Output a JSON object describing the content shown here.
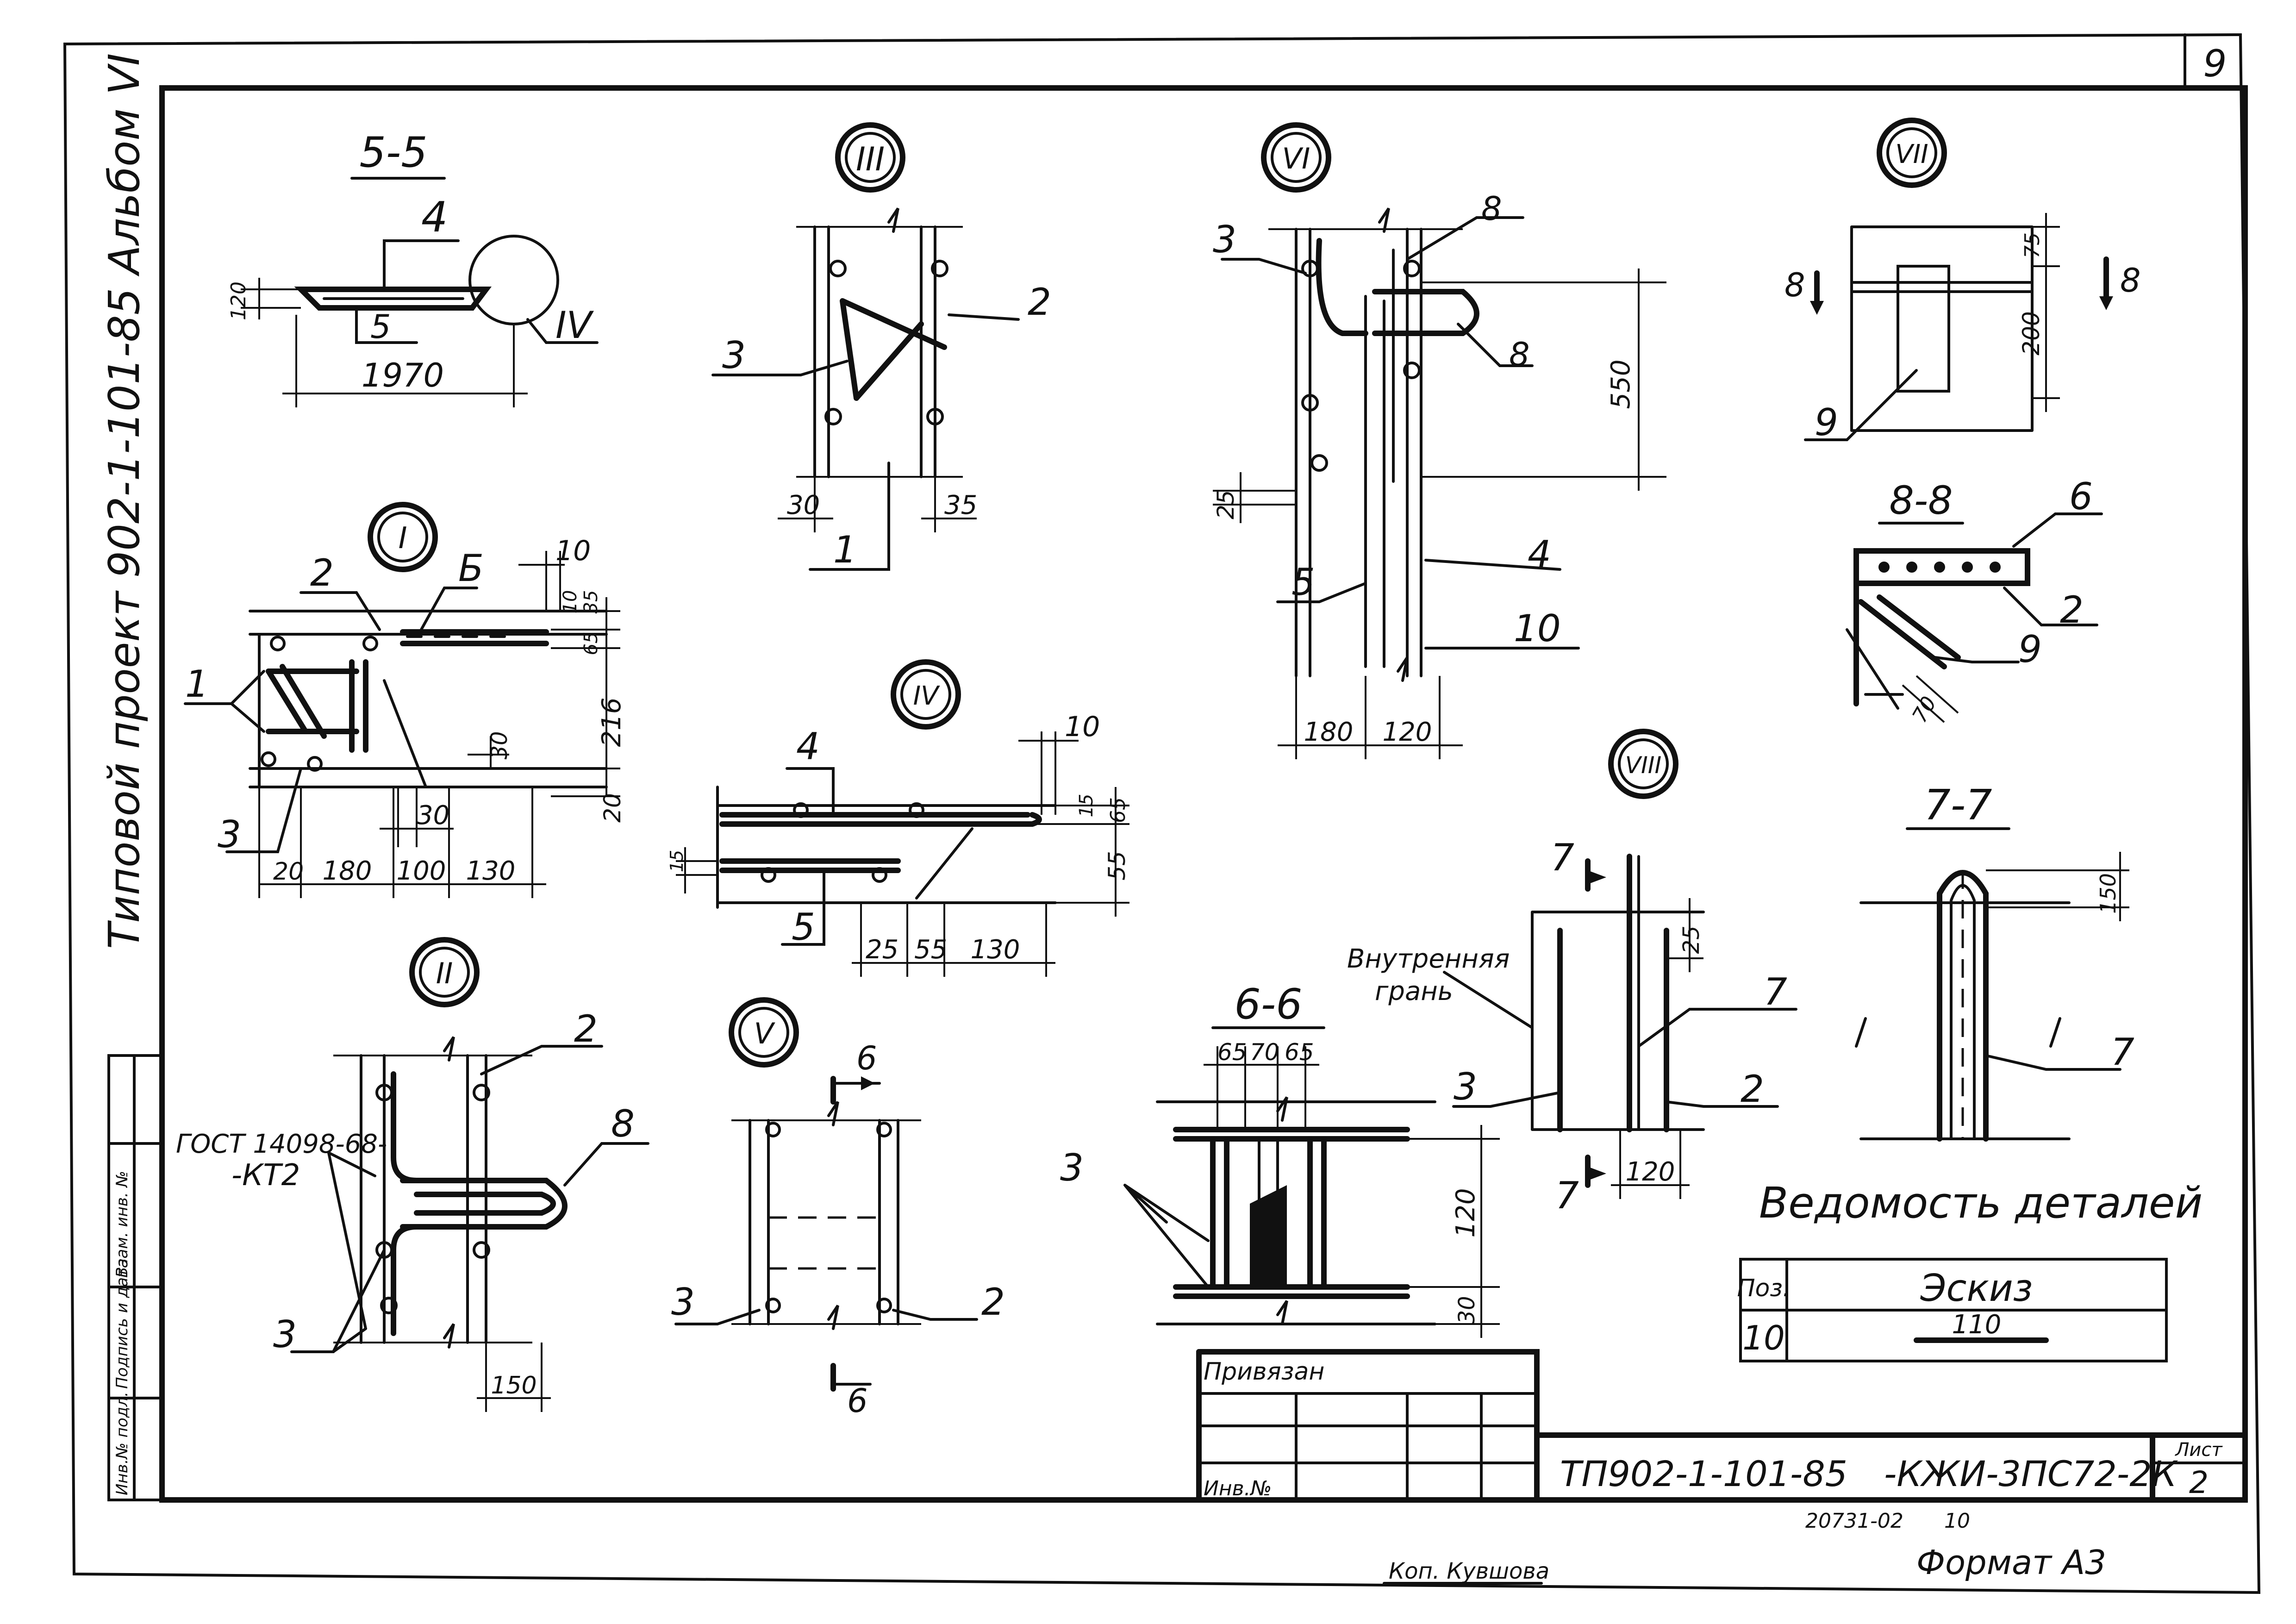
{
  "sheet": {
    "corner_number": "9",
    "side_title": "Типовой проект 902-1-101-85 Альбом VI",
    "side_stamps": [
      "Инв.№ подл.",
      "Подпись и дата",
      "Взам. инв. №"
    ]
  },
  "details": {
    "sec55": {
      "title": "5-5",
      "labels": [
        "4",
        "5",
        "IV"
      ],
      "dims": [
        "120",
        "1970"
      ]
    },
    "nodeIII": {
      "title": "III",
      "labels": [
        "2",
        "3",
        "1"
      ],
      "dims": [
        "30",
        "35"
      ]
    },
    "nodeVI": {
      "title": "VI",
      "labels": [
        "3",
        "8",
        "8",
        "5",
        "4",
        "10"
      ],
      "dims": [
        "550",
        "25",
        "180",
        "120"
      ]
    },
    "nodeVII": {
      "title": "VII",
      "labels": [
        "8",
        "8",
        "9"
      ],
      "dims": [
        "75",
        "200"
      ]
    },
    "sec88": {
      "title": "8-8",
      "labels": [
        "6",
        "2",
        "9"
      ],
      "dims": [
        "70"
      ]
    },
    "nodeI": {
      "title": "I",
      "labels": [
        "2",
        "Б",
        "1",
        "3"
      ],
      "dims": [
        "10",
        "10",
        "35",
        "65",
        "216",
        "20",
        "30",
        "30",
        "20",
        "180",
        "100",
        "130"
      ]
    },
    "nodeIV": {
      "title": "IV",
      "labels": [
        "4",
        "5"
      ],
      "dims": [
        "10",
        "15",
        "65",
        "15",
        "55",
        "25",
        "55",
        "130"
      ]
    },
    "nodeVIII": {
      "title": "VIII",
      "labels": [
        "7",
        "7",
        "Внутренняя",
        "грань",
        "7",
        "3",
        "2"
      ],
      "dims": [
        "25",
        "120"
      ]
    },
    "sec77": {
      "title": "7-7",
      "labels": [
        "7"
      ],
      "dims": [
        "150"
      ]
    },
    "nodeII": {
      "title": "II",
      "labels": [
        "2",
        "8",
        "ГОСТ 14098-68-",
        "-КТ2",
        "3"
      ],
      "dims": [
        "150"
      ]
    },
    "nodeV": {
      "title": "V",
      "labels": [
        "6",
        "6",
        "3",
        "2"
      ]
    },
    "sec66": {
      "title": "6-6",
      "labels": [
        "3"
      ],
      "dims": [
        "65",
        "70",
        "65",
        "120",
        "30"
      ]
    }
  },
  "schedule": {
    "title": "Ведомость деталей",
    "col_pos": "Поз.",
    "col_sketch": "Эскиз",
    "rows": [
      {
        "pos": "10",
        "sketch_dim": "110"
      }
    ]
  },
  "titleblock": {
    "privyazan": "Привязан",
    "inv_no": "Инв.№",
    "code": "ТП902-1-101-85",
    "mark": "-КЖИ-3ПС72-2К",
    "sheet_label": "Лист",
    "sheet_no": "2",
    "order_no": "20731-02",
    "order_sub": "10",
    "copied_by": "Коп. Кувшова",
    "format": "Формат А3"
  }
}
